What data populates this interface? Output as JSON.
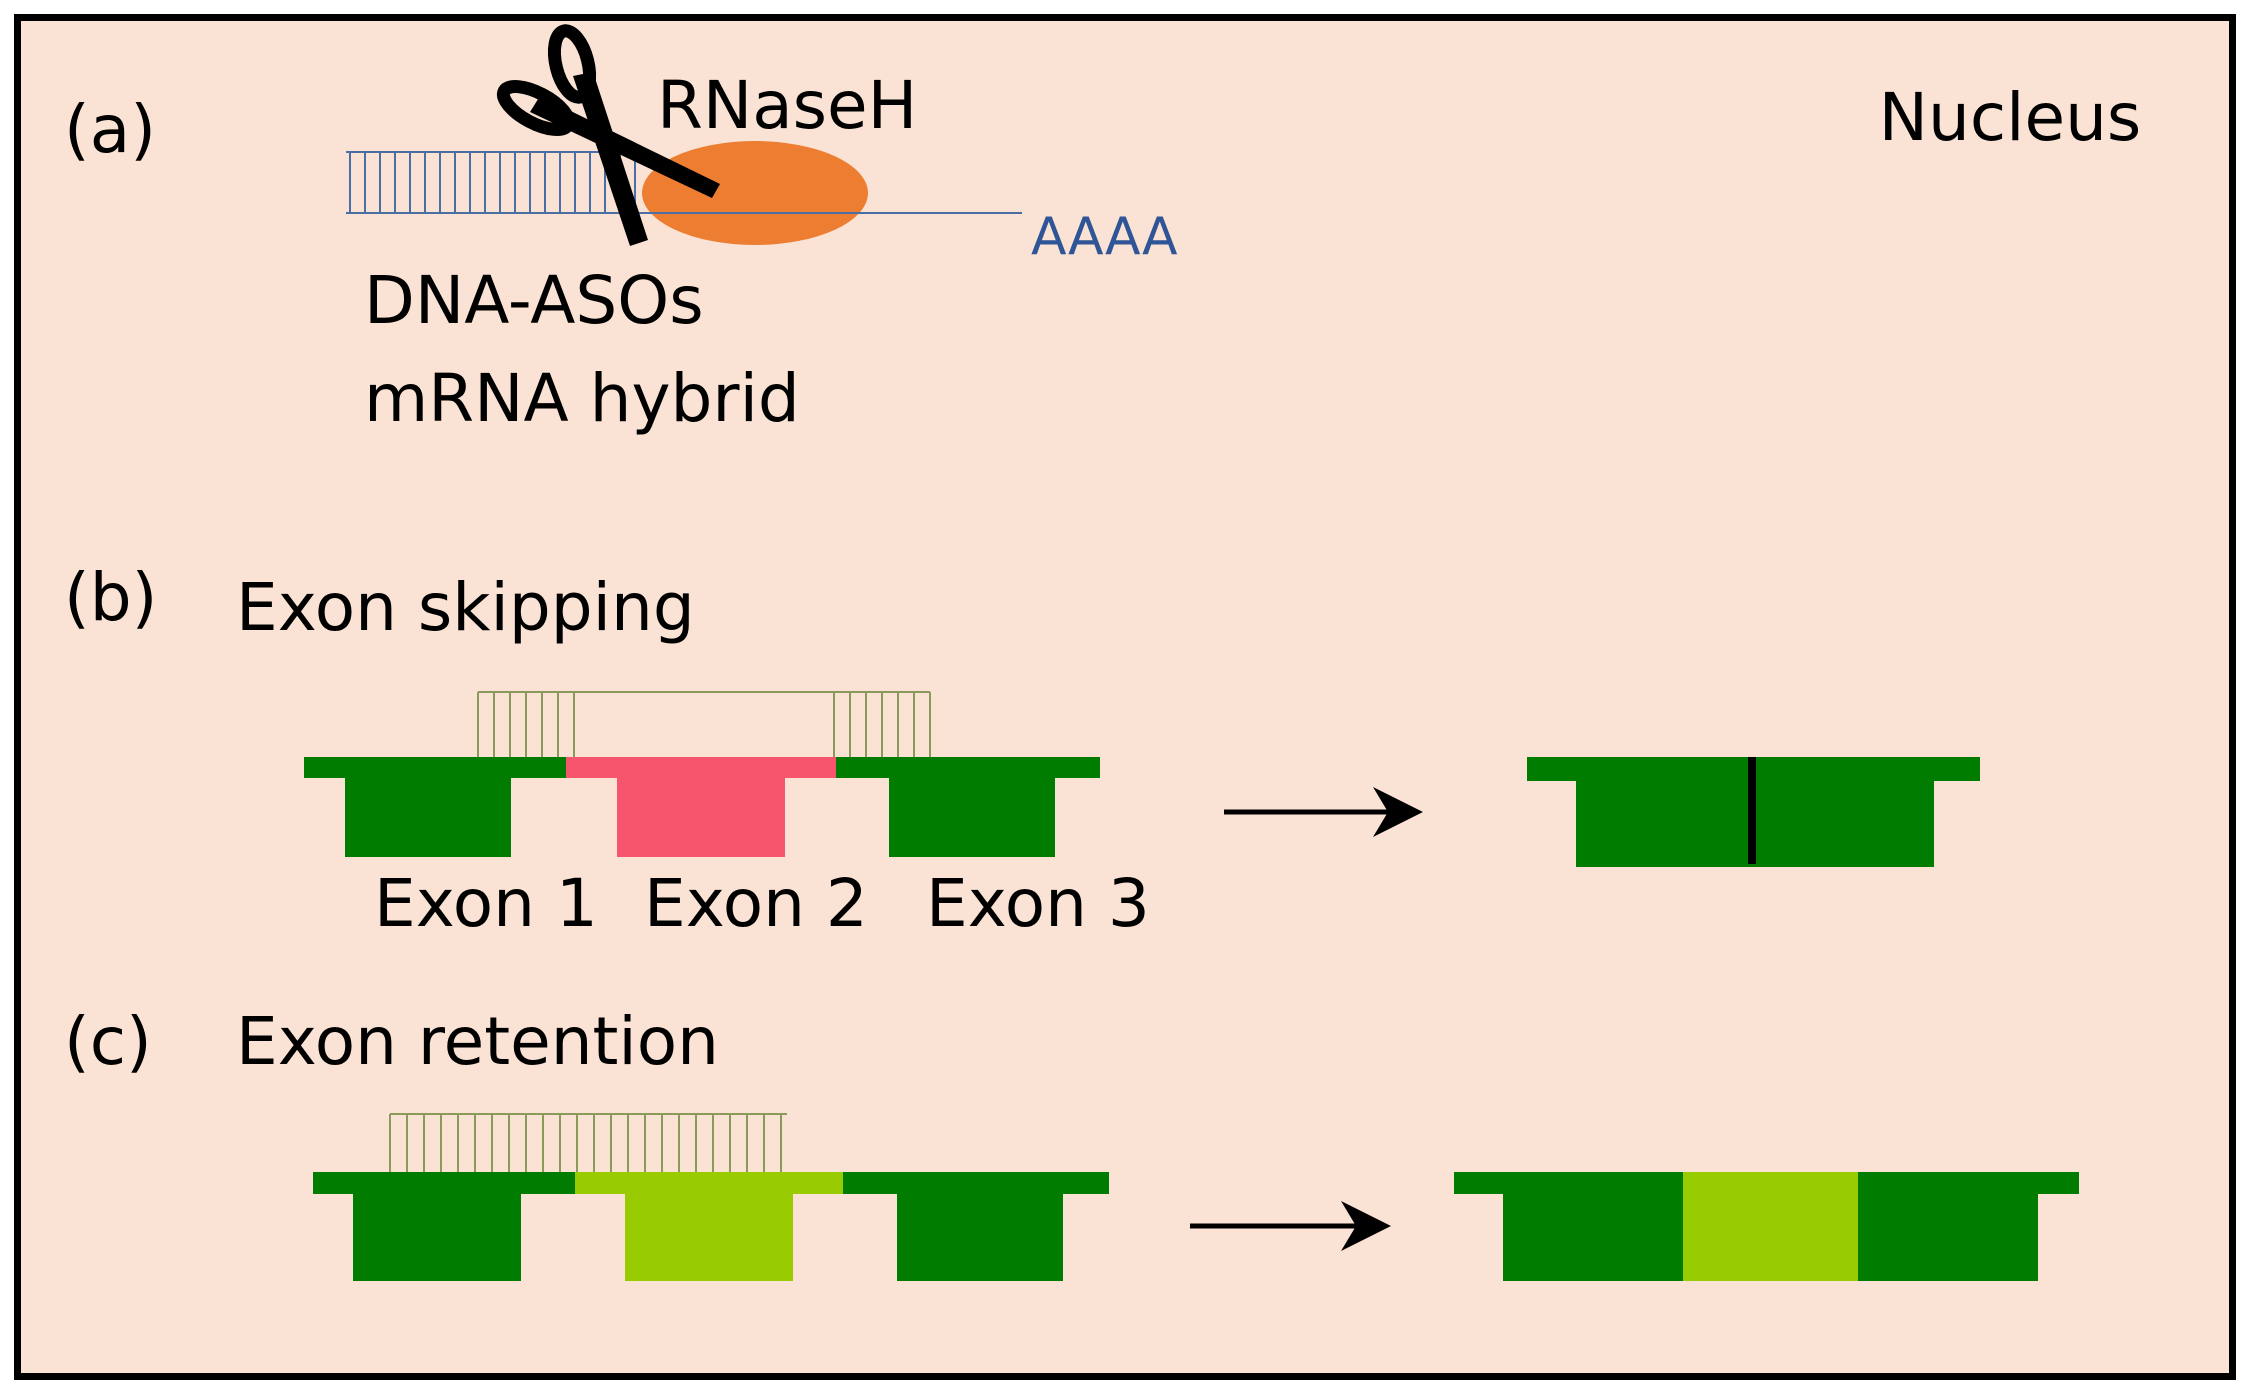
{
  "colors": {
    "background": "#fae3d5",
    "border": "#000000",
    "exon_dark_green": "#007d00",
    "exon_pink": "#f7546e",
    "exon_light_green": "#99cc00",
    "rnaseh": "#ed7d31",
    "strand_blue": "#4a6fa5",
    "aso_olive": "#8a9a5b"
  },
  "region_label": "Nucleus",
  "panel_a": {
    "letter": "(a)",
    "enzyme": "RNaseH",
    "poly_a": "AAAA",
    "hybrid_line1": "DNA-ASOs",
    "hybrid_line2": "mRNA hybrid",
    "icon": "scissors-icon"
  },
  "panel_b": {
    "letter": "(b)",
    "title": "Exon skipping",
    "exons": [
      "Exon 1",
      "Exon 2",
      "Exon 3"
    ]
  },
  "panel_c": {
    "letter": "(c)",
    "title": "Exon retention"
  }
}
